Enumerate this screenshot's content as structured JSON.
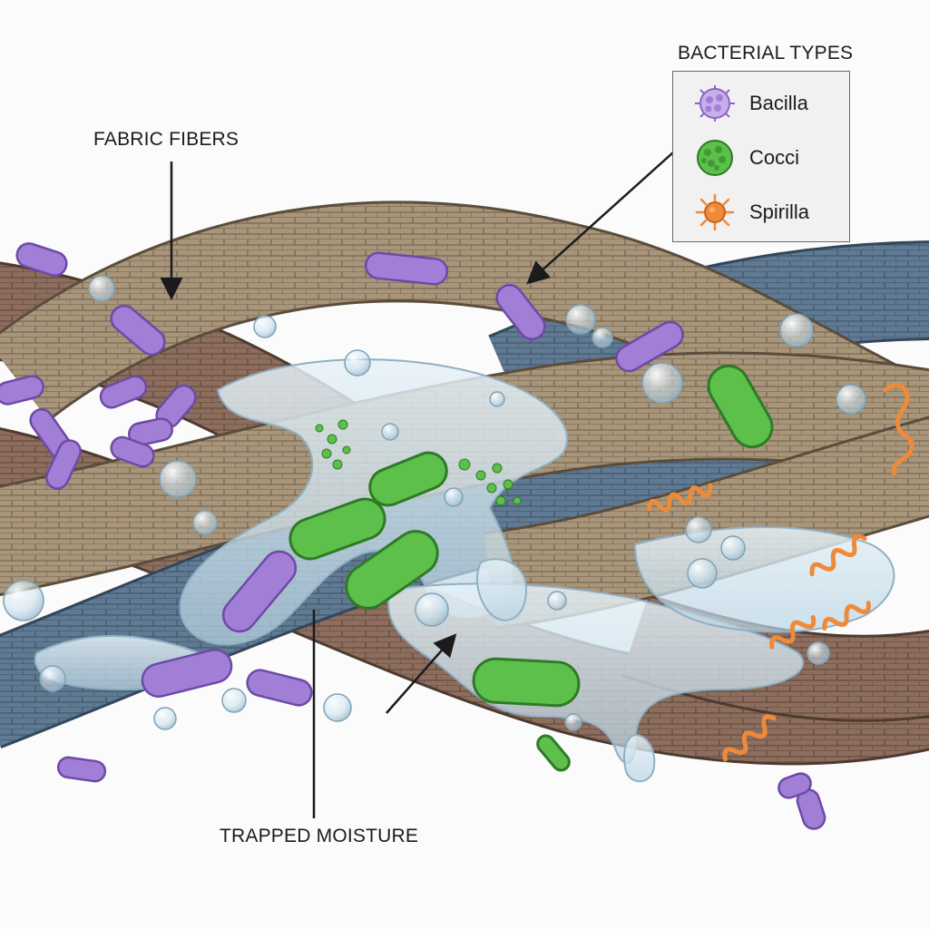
{
  "labels": {
    "fabric_fibers": "FABRIC FIBERS",
    "trapped_moisture": "TRAPPED MOISTURE"
  },
  "legend": {
    "title": "BACTERIAL TYPES",
    "items": [
      {
        "name": "Bacilla",
        "icon": "purple-bacillus-icon",
        "color": "#a27fd6"
      },
      {
        "name": "Cocci",
        "icon": "green-coccus-icon",
        "color": "#5cc04a"
      },
      {
        "name": "Spirilla",
        "icon": "orange-spirillum-icon",
        "color": "#ef8a3a"
      }
    ]
  },
  "colors": {
    "fiber_tan": "#a8957a",
    "fiber_brown": "#8d6e5e",
    "fiber_blue": "#5f7a92",
    "bacilli": "#a27fd6",
    "cocci": "#5cc04a",
    "spirilla": "#ef8a3a",
    "moisture": "#cfe3ef"
  }
}
